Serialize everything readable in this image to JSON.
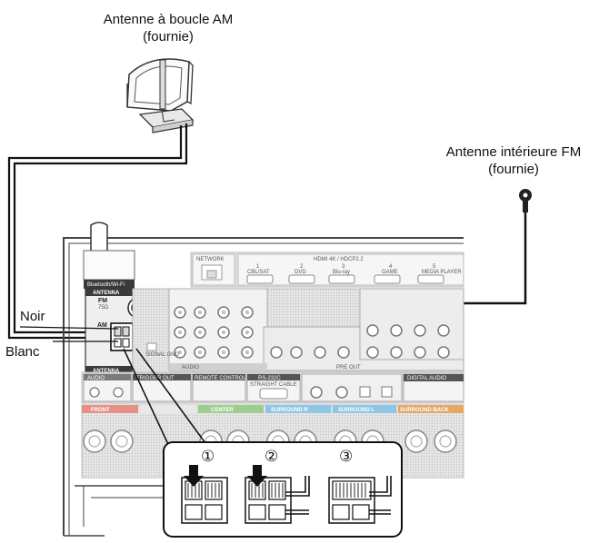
{
  "labels": {
    "am_antenna_line1": "Antenne à boucle AM",
    "am_antenna_line2": "(fournie)",
    "fm_antenna_line1": "Antenne intérieure FM",
    "fm_antenna_line2": "(fournie)",
    "black_wire": "Noir",
    "white_wire": "Blanc"
  },
  "panel": {
    "bluetooth_wifi": "Bluetooth/Wi-Fi",
    "antenna_top": "ANTENNA",
    "fm": "FM",
    "fm_impedance": "75Ω",
    "am": "AM",
    "antenna_bottom": "ANTENNA",
    "network": "NETWORK",
    "hdmi": "HDMI  4K / HDCP2.2",
    "hdmi_inputs": [
      "CBL/SAT",
      "DVD",
      "Blu-ray",
      "GAME",
      "MEDIA PLAYER"
    ],
    "hdmi_numbers": [
      "1",
      "2",
      "3",
      "4",
      "5"
    ],
    "trigger_out": "TRIGGER OUT",
    "remote_control": "REMOTE CONTROL",
    "rs232c": "RS-232C",
    "straight_cable": "STRAIGHT CABLE",
    "digital_audio": "DIGITAL AUDIO",
    "audio": "AUDIO",
    "pre_out": "PRE OUT",
    "signal_gnd": "SIGNAL GND",
    "front": "FRONT",
    "center": "CENTER",
    "surround_r": "SURROUND R",
    "surround_l": "SURROUND L",
    "surround_back": "SURROUND BACK"
  },
  "steps": [
    "①",
    "②",
    "③"
  ],
  "colors": {
    "front_tag": "#e88f86",
    "center_tag": "#9ccf8e",
    "surround_tag": "#8fc6e5",
    "surround_back_tag": "#e3a866",
    "panel_dark": "#3a3a3a"
  }
}
